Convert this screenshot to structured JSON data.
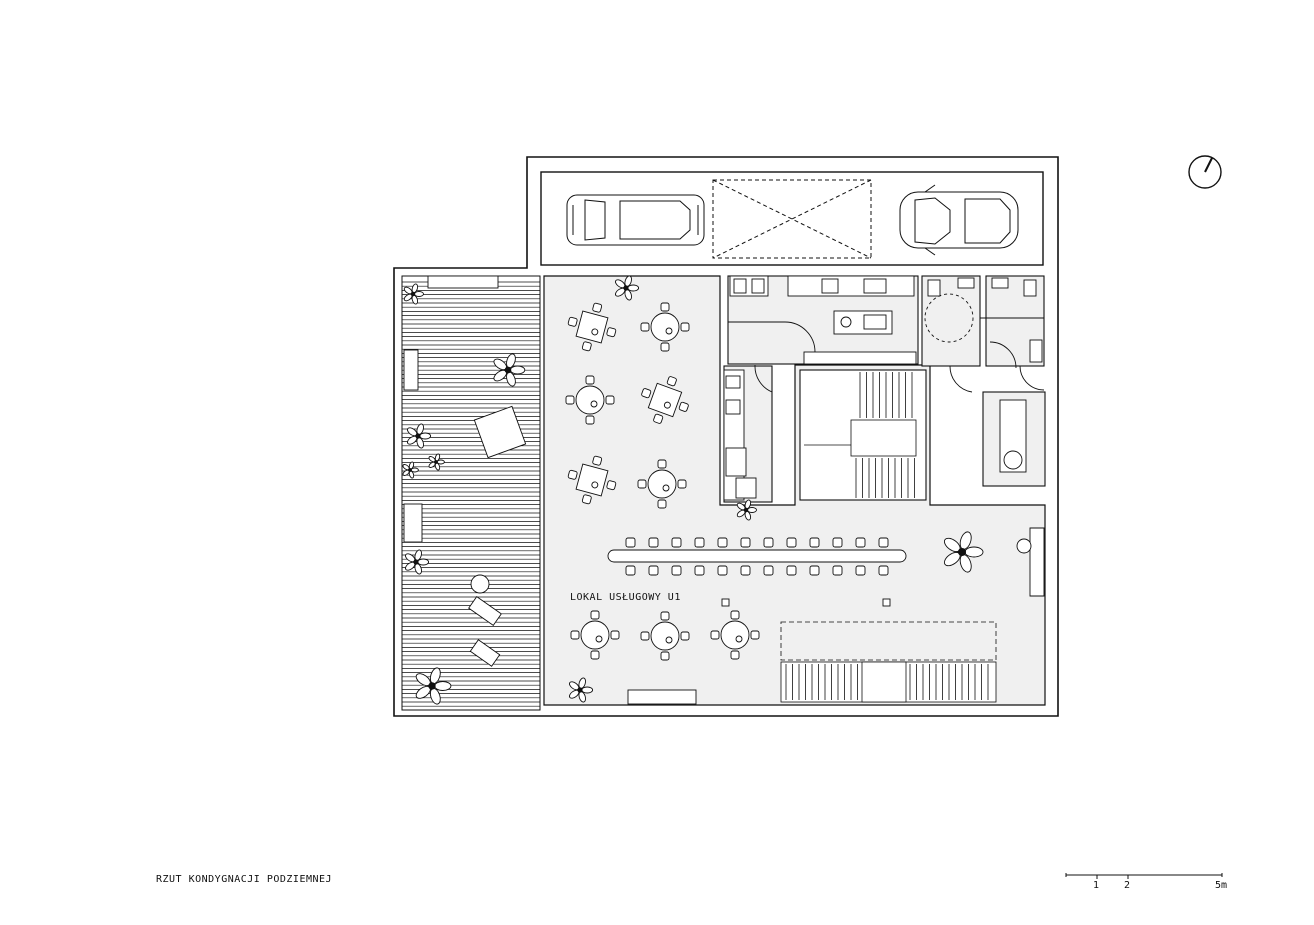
{
  "drawing_title": "RZUT KONDYGNACJI PODZIEMNEJ",
  "room_label": "LOKAL USŁUGOWY U1",
  "scale_bar": {
    "labels": [
      "1",
      "2",
      "5m"
    ]
  },
  "icons": {
    "north_arrow": "compass-north-icon",
    "car": "car-icon",
    "plant": "plant-icon",
    "table": "table-icon"
  },
  "colors": {
    "line": "#111111",
    "interior_fill": "#f0f0f0",
    "background": "#ffffff"
  }
}
